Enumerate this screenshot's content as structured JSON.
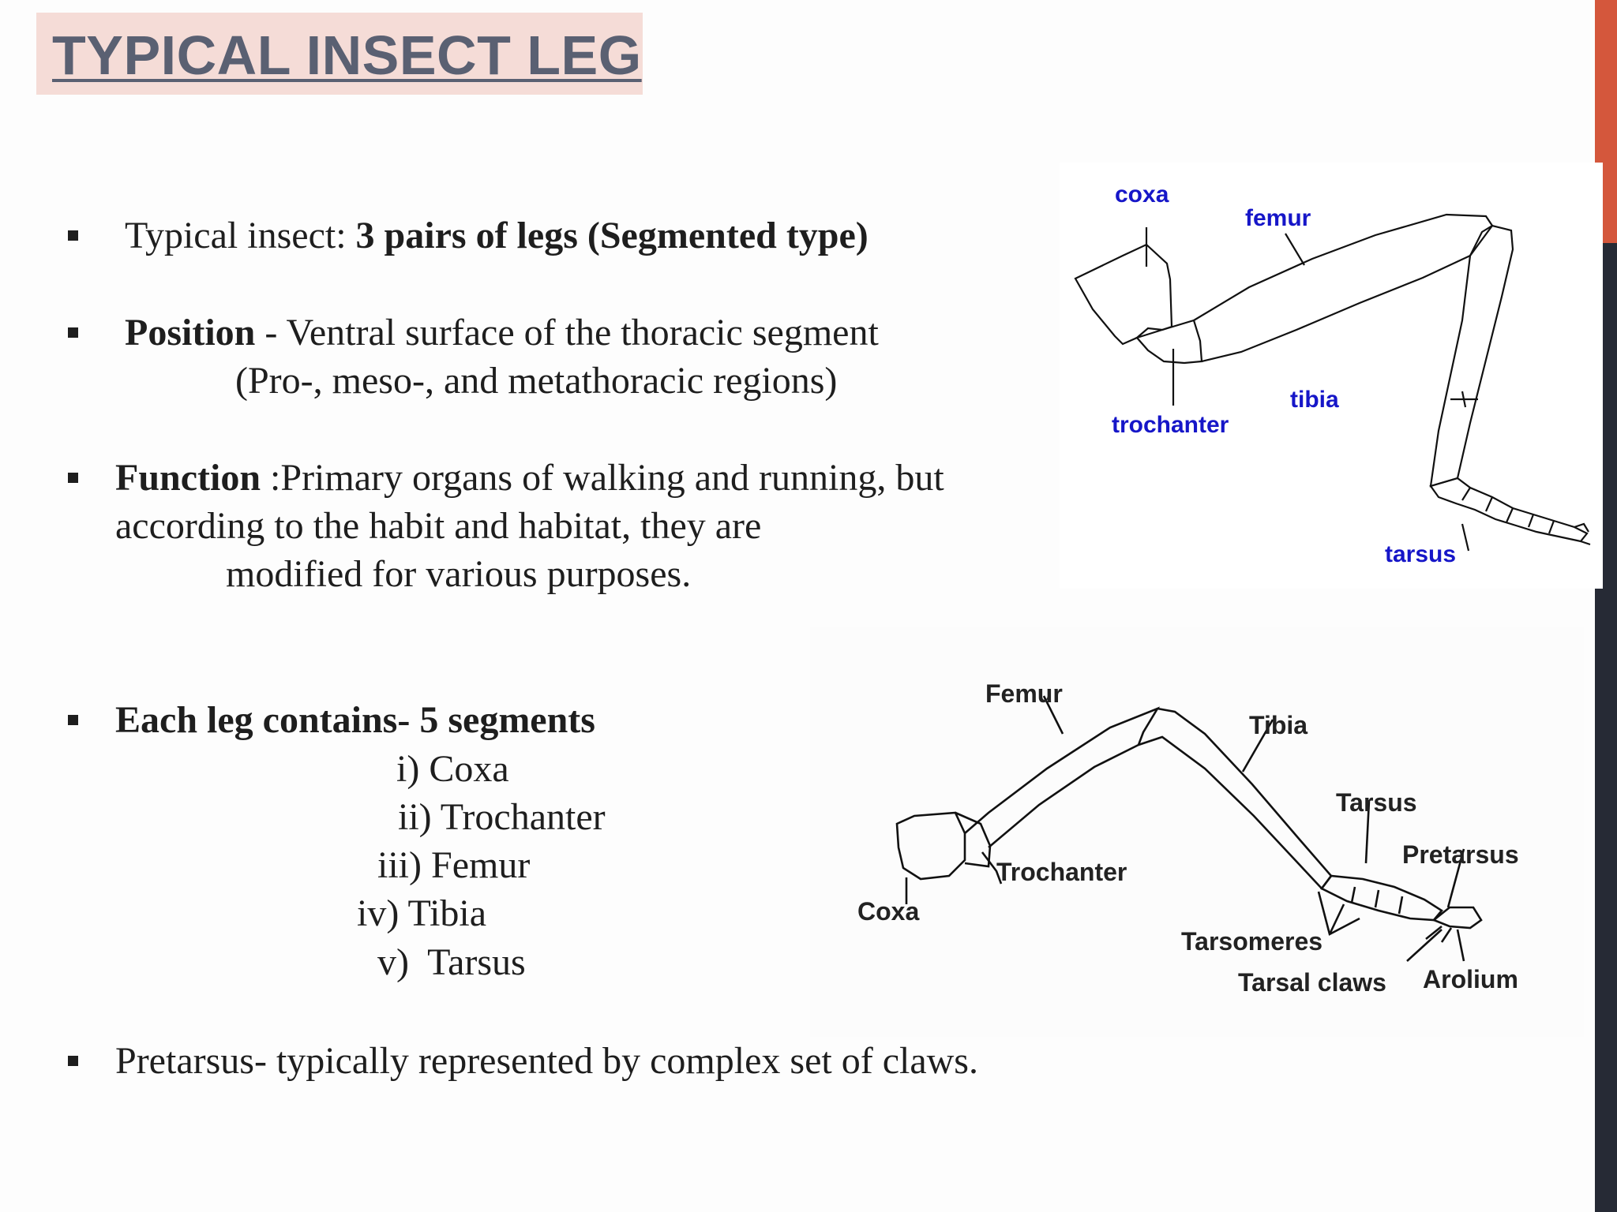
{
  "title": "TYPICAL INSECT LEG",
  "bullets": {
    "b1": {
      "normal": "Typical insect: ",
      "bold": "3 pairs of legs (Segmented type)"
    },
    "b2": {
      "bold": "Position",
      "normal": " - Ventral surface of the thoracic segment",
      "line2": "(Pro-, meso-, and metathoracic regions)"
    },
    "b3": {
      "bold": "Function",
      "normal": " :Primary organs of walking and running, but",
      "line2": "according to the habit and habitat, they are",
      "line3": "modified for various purposes."
    },
    "b4": {
      "bold": "Each leg contains- 5 segments"
    },
    "segments": [
      "i) Coxa",
      "ii) Trochanter",
      "iii) Femur",
      "iv) Tibia",
      "v)  Tarsus"
    ],
    "b5": {
      "normal": "Pretarsus- typically represented by complex set of claws."
    }
  },
  "figure1": {
    "labels": {
      "coxa": "coxa",
      "femur": "femur",
      "tibia": "tibia",
      "trochanter": "trochanter",
      "tarsus": "tarsus"
    }
  },
  "figure2": {
    "labels": {
      "femur": "Femur",
      "tibia": "Tibia",
      "tarsus": "Tarsus",
      "pretarsus": "Pretarsus",
      "trochanter": "Trochanter",
      "coxa": "Coxa",
      "tarsomeres": "Tarsomeres",
      "tarsal_claws": "Tarsal claws",
      "arolium": "Arolium"
    }
  },
  "colors": {
    "accent_red": "#d4573c",
    "accent_dark": "#262a35",
    "title_bg": "#f5dcd7",
    "title_text": "#5a6072",
    "label_blue": "#1616c8"
  }
}
